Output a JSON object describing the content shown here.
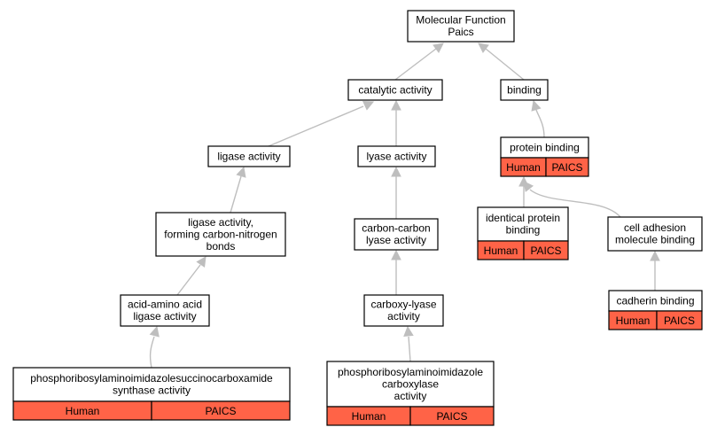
{
  "colors": {
    "edge": "#bebebe",
    "annotation_fill": "#ff6347",
    "node_fill": "#ffffff",
    "border": "#000000"
  },
  "graph": {
    "nodes": [
      {
        "id": "mf",
        "lines": [
          "Molecular Function",
          "Paics"
        ],
        "tags": []
      },
      {
        "id": "catalytic",
        "lines": [
          "catalytic activity"
        ],
        "tags": []
      },
      {
        "id": "binding",
        "lines": [
          "binding"
        ],
        "tags": []
      },
      {
        "id": "ligase",
        "lines": [
          "ligase activity"
        ],
        "tags": []
      },
      {
        "id": "lyase",
        "lines": [
          "lyase activity"
        ],
        "tags": []
      },
      {
        "id": "protein_binding",
        "lines": [
          "protein binding"
        ],
        "tags": [
          "Human",
          "PAICS"
        ]
      },
      {
        "id": "ligase_cn",
        "lines": [
          "ligase activity,",
          "forming carbon-nitrogen",
          "bonds"
        ],
        "tags": []
      },
      {
        "id": "cc_lyase",
        "lines": [
          "carbon-carbon",
          "lyase activity"
        ],
        "tags": []
      },
      {
        "id": "identical_pb",
        "lines": [
          "identical protein",
          "binding"
        ],
        "tags": [
          "Human",
          "PAICS"
        ]
      },
      {
        "id": "cell_adhesion",
        "lines": [
          "cell adhesion",
          "molecule binding"
        ],
        "tags": []
      },
      {
        "id": "aa_ligase",
        "lines": [
          "acid-amino acid",
          "ligase activity"
        ],
        "tags": []
      },
      {
        "id": "carboxy_lyase",
        "lines": [
          "carboxy-lyase",
          "activity"
        ],
        "tags": []
      },
      {
        "id": "cadherin",
        "lines": [
          "cadherin binding"
        ],
        "tags": [
          "Human",
          "PAICS"
        ]
      },
      {
        "id": "saicar",
        "lines": [
          "phosphoribosylaminoimidazolesuccinocarboxamide",
          "synthase activity"
        ],
        "tags": [
          "Human",
          "PAICS"
        ]
      },
      {
        "id": "air_carboxylase",
        "lines": [
          "phosphoribosylaminoimidazole",
          "carboxylase",
          "activity"
        ],
        "tags": [
          "Human",
          "PAICS"
        ]
      }
    ],
    "edges": [
      {
        "from": "catalytic",
        "to": "mf"
      },
      {
        "from": "binding",
        "to": "mf"
      },
      {
        "from": "ligase",
        "to": "catalytic"
      },
      {
        "from": "lyase",
        "to": "catalytic"
      },
      {
        "from": "protein_binding",
        "to": "binding"
      },
      {
        "from": "ligase_cn",
        "to": "ligase"
      },
      {
        "from": "cc_lyase",
        "to": "lyase"
      },
      {
        "from": "identical_pb",
        "to": "protein_binding"
      },
      {
        "from": "cell_adhesion",
        "to": "protein_binding"
      },
      {
        "from": "aa_ligase",
        "to": "ligase_cn"
      },
      {
        "from": "carboxy_lyase",
        "to": "cc_lyase"
      },
      {
        "from": "cadherin",
        "to": "cell_adhesion"
      },
      {
        "from": "saicar",
        "to": "aa_ligase"
      },
      {
        "from": "air_carboxylase",
        "to": "carboxy_lyase"
      }
    ]
  }
}
